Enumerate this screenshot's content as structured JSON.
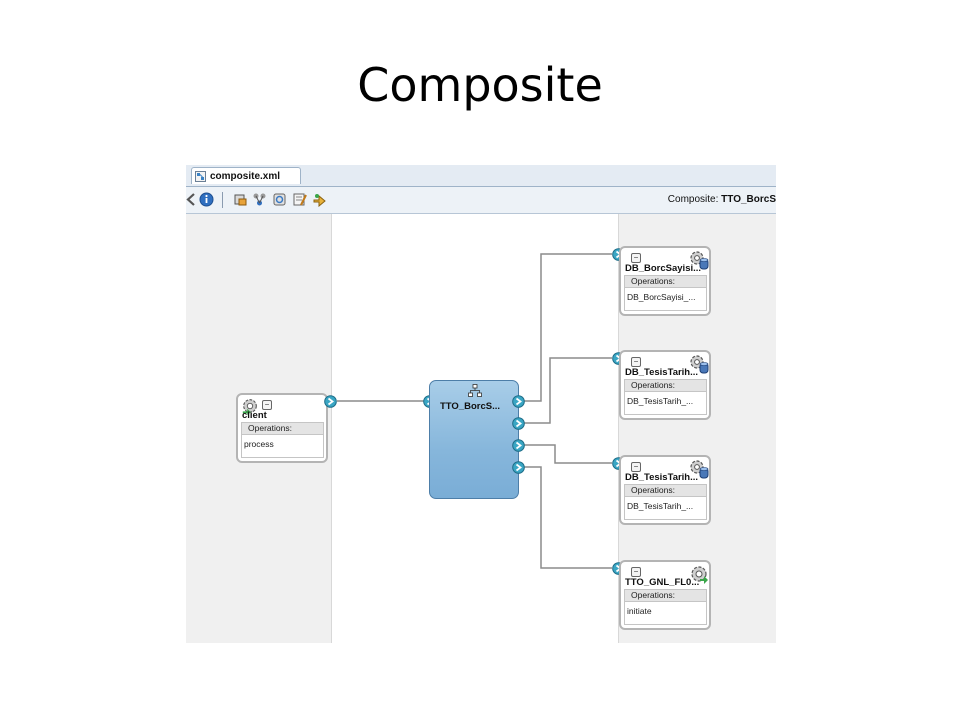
{
  "slide": {
    "title": "Composite"
  },
  "editor": {
    "tab_label": "composite.xml",
    "composite_label": "Composite:",
    "composite_name": "TTO_BorcS"
  },
  "client": {
    "title": "client",
    "ops_label": "Operations:",
    "op": "process"
  },
  "bpel": {
    "title": "TTO_BorcS..."
  },
  "refs": [
    {
      "title": "DB_BorcSayisi...",
      "ops_label": "Operations:",
      "op": "DB_BorcSayisi_..."
    },
    {
      "title": "DB_TesisTarih...",
      "ops_label": "Operations:",
      "op": "DB_TesisTarih_..."
    },
    {
      "title": "DB_TesisTarih...",
      "ops_label": "Operations:",
      "op": "DB_TesisTarih_..."
    },
    {
      "title": "TTO_GNL_FL0...",
      "ops_label": "Operations:",
      "op": "initiate"
    }
  ],
  "colors": {
    "bpel_fill": "#86b6db",
    "port": "#3aa6c4",
    "wire": "#8c8c8c",
    "lane": "#f0f0f0"
  },
  "icons": [
    "composite-file-icon",
    "back-arrow-icon",
    "info-icon",
    "deploy-icon",
    "wiring-icon",
    "refresh-icon",
    "edit-icon",
    "test-icon",
    "gear-icon",
    "database-icon",
    "service-port-icon",
    "bpel-process-icon"
  ]
}
